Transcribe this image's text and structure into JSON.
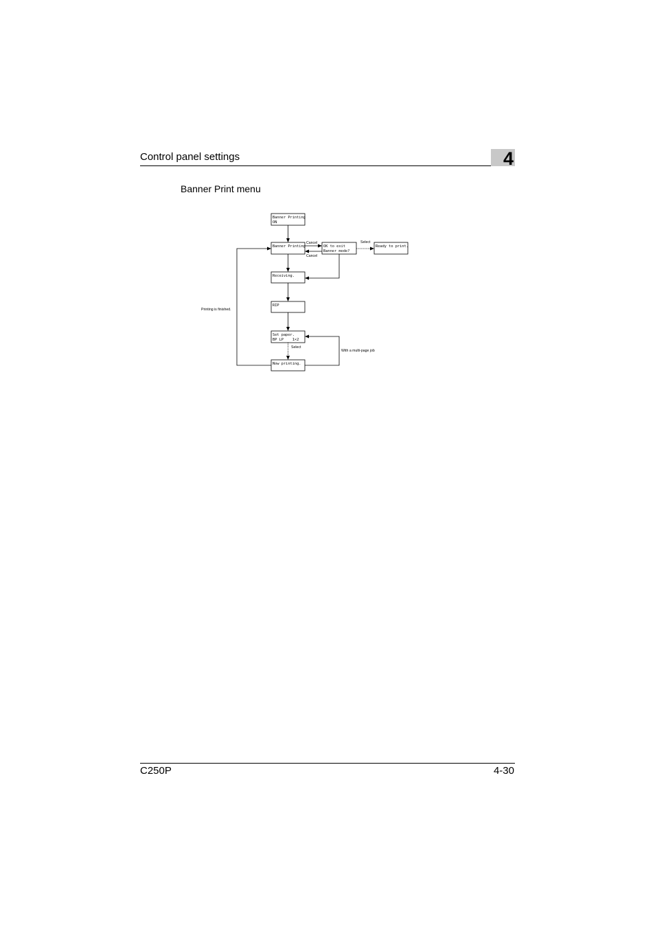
{
  "header": {
    "title": "Control panel settings",
    "chapter": "4"
  },
  "section": {
    "title": "Banner Print menu"
  },
  "flowchart": {
    "boxes": {
      "banner_on": [
        "Banner Printing",
        "ON"
      ],
      "banner_printing": [
        "Banner Printing"
      ],
      "ok_exit": [
        "OK to exit",
        "Banner mode?"
      ],
      "ready": [
        "Ready to print."
      ],
      "receiving": [
        "Receiving."
      ],
      "rip": [
        "RIP"
      ],
      "set_paper": [
        "Set paper.",
        "BP LP    1×2"
      ],
      "now_printing": [
        "Now printing."
      ]
    },
    "labels": {
      "cancel_top": "Cancel",
      "cancel_bottom": "Cancel",
      "select_right": "Select",
      "select_down": "Select",
      "finished": "Printing is finished.",
      "multi_page": "With a multi-page job"
    }
  },
  "footer": {
    "model": "C250P",
    "page": "4-30"
  }
}
